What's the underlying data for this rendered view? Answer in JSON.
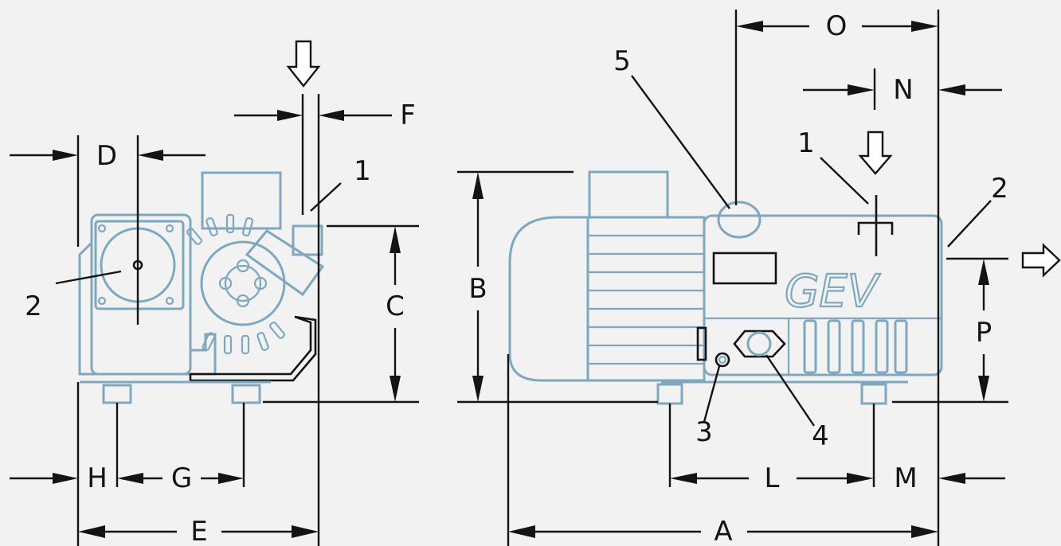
{
  "brand": "GEV",
  "dimension_labels": {
    "A": "A",
    "B": "B",
    "C": "C",
    "D": "D",
    "E": "E",
    "F": "F",
    "G": "G",
    "H": "H",
    "L": "L",
    "M": "M",
    "N": "N",
    "O": "O",
    "P": "P"
  },
  "callouts": {
    "side_inlet": "1",
    "side_exhaust": "2",
    "front_inlet": "1",
    "front_exhaust": "2",
    "part_3": "3",
    "part_4": "4",
    "part_5": "5"
  },
  "colors": {
    "background": "#f2f2f2",
    "pump_outline": "#7fa8bf",
    "dimension_lines": "#141414"
  }
}
